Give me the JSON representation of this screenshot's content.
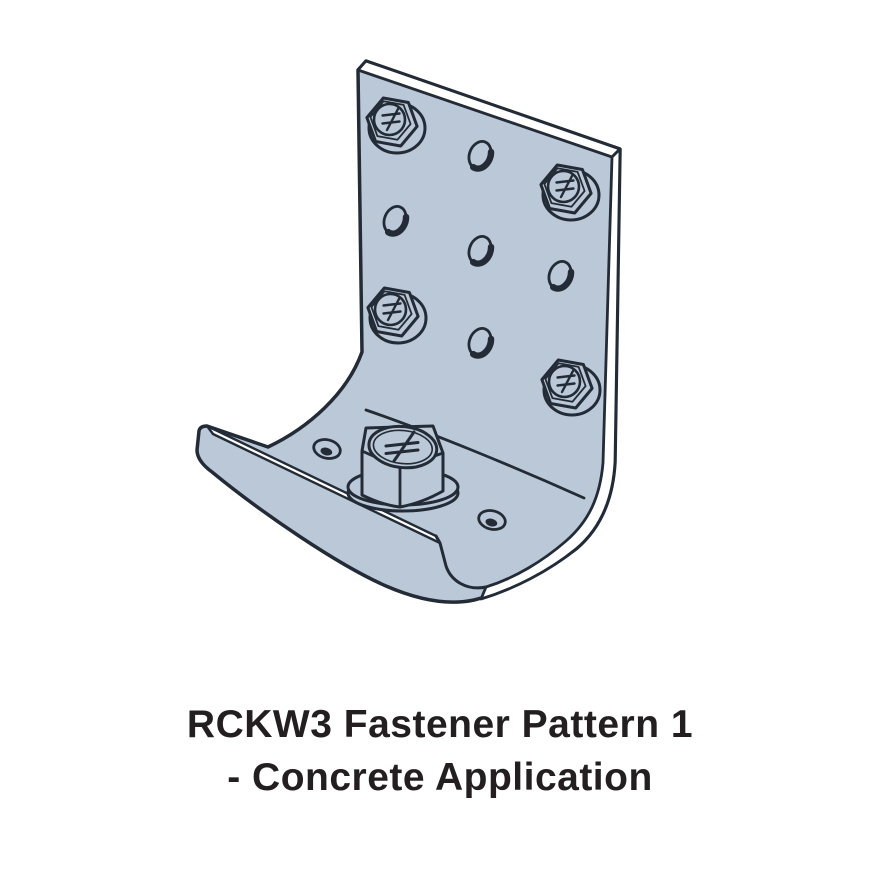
{
  "caption": {
    "line1": "RCKW3 Fastener Pattern 1",
    "line2": "- Concrete Application",
    "color": "#231f20"
  },
  "illustration": {
    "name": "rckw3-kneewall-connector-isometric",
    "description": "L-shaped steel kneewall connector shown installed with fasteners",
    "metal_fill": "#bbc8d7",
    "outline_color": "#232b36",
    "edge_highlight": "#ffffff",
    "plate_screw_count": 4,
    "plate_empty_hole_count": 5,
    "base_anchor_bolt_count": 1,
    "base_empty_hole_count": 2
  }
}
